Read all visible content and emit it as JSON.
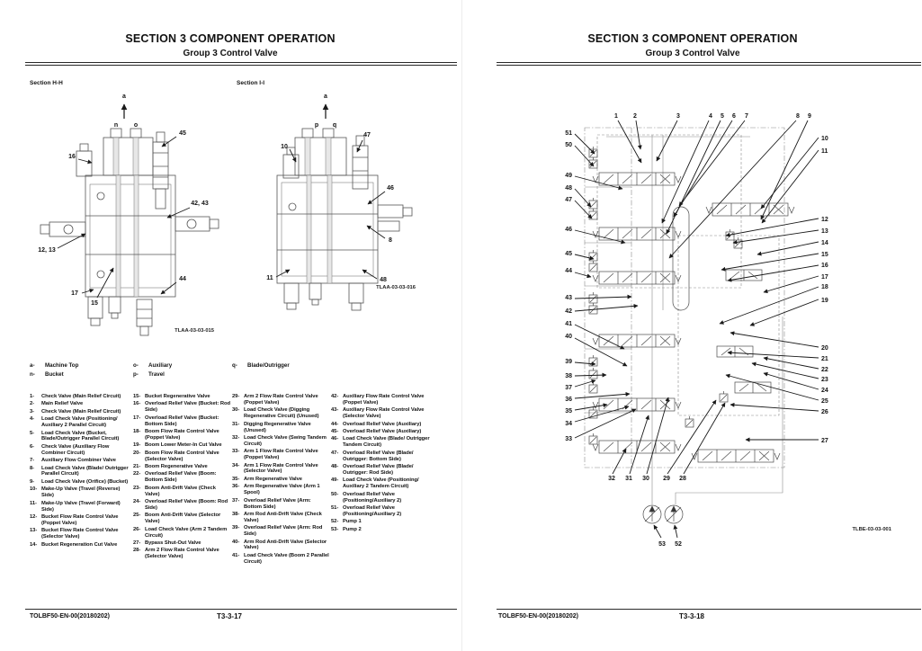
{
  "pages": {
    "left": {
      "title": "SECTION 3 COMPONENT OPERATION",
      "subtitle": "Group 3 Control Valve",
      "section_h": {
        "label": "Section H-H",
        "caption": "TLAA-03-03-015",
        "port_labels": [
          "a",
          "n",
          "o"
        ],
        "callouts": [
          "45",
          "16",
          "42, 43",
          "12, 13",
          "44",
          "17",
          "15"
        ]
      },
      "section_i": {
        "label": "Section I-I",
        "caption": "TLAA-03-03-016",
        "port_labels": [
          "a",
          "p",
          "q"
        ],
        "callouts": [
          "10",
          "47",
          "46",
          "8",
          "11",
          "48"
        ]
      },
      "legend": [
        {
          "k": "a-",
          "t": "Machine Top"
        },
        {
          "k": "n-",
          "t": "Bucket"
        },
        {
          "k": "o-",
          "t": "Auxiliary"
        },
        {
          "k": "p-",
          "t": "Travel"
        },
        {
          "k": "q-",
          "t": "Blade/Outrigger"
        }
      ],
      "parts": {
        "col1": [
          {
            "n": "1-",
            "t": "Check Valve (Main Relief Circuit)"
          },
          {
            "n": "2-",
            "t": "Main Relief Valve"
          },
          {
            "n": "3-",
            "t": "Check Valve (Main Relief Circuit)"
          },
          {
            "n": "4-",
            "t": "Load Check Valve (Positioning/ Auxiliary 2 Parallel Circuit)"
          },
          {
            "n": "5-",
            "t": "Load Check Valve (Bucket, Blade/Outrigger Parallel Circuit)"
          },
          {
            "n": "6-",
            "t": "Check Valve (Auxiliary Flow Combiner Circuit)"
          },
          {
            "n": "7-",
            "t": "Auxiliary Flow Combiner Valve"
          },
          {
            "n": "8-",
            "t": "Load Check Valve (Blade/ Outrigger Parallel Circuit)"
          },
          {
            "n": "9-",
            "t": "Load Check Valve (Orifice) (Bucket)"
          },
          {
            "n": "10-",
            "t": "Make-Up Valve (Travel (Reverse) Side)"
          },
          {
            "n": "11-",
            "t": "Make-Up Valve (Travel (Forward) Side)"
          },
          {
            "n": "12-",
            "t": "Bucket Flow Rate Control Valve (Poppet Valve)"
          },
          {
            "n": "13-",
            "t": "Bucket Flow Rate Control Valve (Selector Valve)"
          },
          {
            "n": "14-",
            "t": "Bucket Regeneration Cut Valve"
          }
        ],
        "col2": [
          {
            "n": "15-",
            "t": "Bucket Regenerative Valve"
          },
          {
            "n": "16-",
            "t": "Overload Relief Valve (Bucket: Rod Side)"
          },
          {
            "n": "17-",
            "t": "Overload Relief Valve (Bucket: Bottom Side)"
          },
          {
            "n": "18-",
            "t": "Boom Flow Rate Control Valve (Poppet Valve)"
          },
          {
            "n": "19-",
            "t": "Boom Lower Meter-In Cut Valve"
          },
          {
            "n": "20-",
            "t": "Boom Flow Rate Control Valve (Selector Valve)"
          },
          {
            "n": "21-",
            "t": "Boom Regenerative Valve"
          },
          {
            "n": "22-",
            "t": "Overload Relief Valve (Boom: Bottom Side)"
          },
          {
            "n": "23-",
            "t": "Boom Anti-Drift Valve (Check Valve)"
          },
          {
            "n": "24-",
            "t": "Overload Relief Valve (Boom: Rod Side)"
          },
          {
            "n": "25-",
            "t": "Boom Anti-Drift Valve (Selector Valve)"
          },
          {
            "n": "26-",
            "t": "Load Check Valve (Arm 2 Tandem Circuit)"
          },
          {
            "n": "27-",
            "t": "Bypass Shut-Out Valve"
          },
          {
            "n": "28-",
            "t": "Arm 2 Flow Rate Control Valve (Selector Valve)"
          }
        ],
        "col3": [
          {
            "n": "29-",
            "t": "Arm 2 Flow Rate Control Valve (Poppet Valve)"
          },
          {
            "n": "30-",
            "t": "Load Check Valve (Digging Regenerative Circuit) (Unused)"
          },
          {
            "n": "31-",
            "t": "Digging Regenerative Valve (Unused)"
          },
          {
            "n": "32-",
            "t": "Load Check Valve (Swing Tandem Circuit)"
          },
          {
            "n": "33-",
            "t": "Arm 1 Flow Rate Control Valve (Poppet Valve)"
          },
          {
            "n": "34-",
            "t": "Arm 1 Flow Rate Control Valve (Selector Valve)"
          },
          {
            "n": "35-",
            "t": "Arm Regenerative Valve"
          },
          {
            "n": "36-",
            "t": "Arm Regenerative Valve (Arm 1 Spool)"
          },
          {
            "n": "37-",
            "t": "Overload Relief Valve (Arm: Bottom Side)"
          },
          {
            "n": "38-",
            "t": "Arm Rod Anti-Drift Valve (Check Valve)"
          },
          {
            "n": "39-",
            "t": "Overload Relief Valve (Arm: Rod Side)"
          },
          {
            "n": "40-",
            "t": "Arm Rod Anti-Drift Valve (Selector Valve)"
          },
          {
            "n": "41-",
            "t": "Load Check Valve (Boom 2 Parallel Circuit)"
          }
        ],
        "col4": [
          {
            "n": "42-",
            "t": "Auxiliary Flow Rate Control Valve (Poppet Valve)"
          },
          {
            "n": "43-",
            "t": "Auxiliary Flow Rate Control Valve (Selector Valve)"
          },
          {
            "n": "44-",
            "t": "Overload Relief Valve (Auxiliary)"
          },
          {
            "n": "45-",
            "t": "Overload Relief Valve (Auxiliary)"
          },
          {
            "n": "46-",
            "t": "Load Check Valve (Blade/ Outrigger Tandem Circuit)"
          },
          {
            "n": "47-",
            "t": "Overload Relief Valve (Blade/ Outrigger: Bottom Side)"
          },
          {
            "n": "48-",
            "t": "Overload Relief Valve (Blade/ Outrigger: Rod Side)"
          },
          {
            "n": "49-",
            "t": "Load Check Valve (Positioning/ Auxiliary 2 Tandem Circuit)"
          },
          {
            "n": "50-",
            "t": "Overload Relief Valve (Positioning/Auxiliary 2)"
          },
          {
            "n": "51-",
            "t": "Overload Relief Valve (Positioning/Auxiliary 2)"
          },
          {
            "n": "52-",
            "t": "Pump 1"
          },
          {
            "n": "53-",
            "t": "Pump 2"
          }
        ]
      },
      "footer": {
        "doc_id": "TOLBF50-EN-00(20180202)",
        "page": "T3-3-17"
      }
    },
    "right": {
      "title": "SECTION 3 COMPONENT OPERATION",
      "subtitle": "Group 3 Control Valve",
      "diagram": {
        "caption": "TLBE-03-03-001",
        "callouts": {
          "top": [
            "1",
            "2",
            "3",
            "4",
            "5",
            "6",
            "7",
            "8",
            "9"
          ],
          "right": [
            "10",
            "11",
            "12",
            "13",
            "14",
            "15",
            "16",
            "17",
            "18",
            "19",
            "20",
            "21",
            "22",
            "23",
            "24",
            "25",
            "26",
            "27"
          ],
          "left": [
            "51",
            "50",
            "49",
            "48",
            "47",
            "46",
            "45",
            "44",
            "43",
            "42",
            "41",
            "40",
            "39",
            "38",
            "37",
            "36",
            "35",
            "34",
            "33"
          ],
          "bottom": [
            "32",
            "31",
            "30",
            "29",
            "28"
          ],
          "pumps": [
            "53",
            "52"
          ]
        }
      },
      "footer": {
        "doc_id": "TOLBF50-EN-00(20180202)",
        "page": "T3-3-18"
      }
    }
  }
}
